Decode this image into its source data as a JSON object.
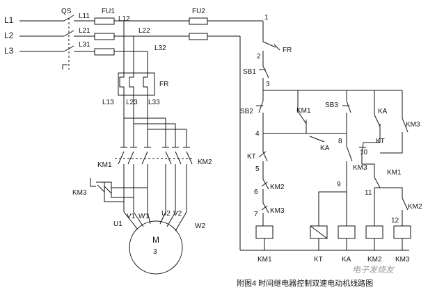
{
  "power": {
    "phases": [
      "L1",
      "L2",
      "L3"
    ],
    "switch": "QS",
    "fuse_main": "FU1",
    "fuse_ctrl": "FU2",
    "lines": [
      "L11",
      "L12",
      "L21",
      "L22",
      "L31",
      "L32"
    ],
    "overload": "FR",
    "overload_terms": [
      "L13",
      "L23",
      "L33"
    ]
  },
  "motor": {
    "contactors": [
      "KM1",
      "KM2",
      "KM3"
    ],
    "terminals": [
      "U1",
      "V1",
      "W1",
      "U2",
      "V2",
      "W2"
    ],
    "label": "M",
    "phase_count": "3"
  },
  "control": {
    "nodes": [
      "1",
      "2",
      "3",
      "4",
      "5",
      "6",
      "7",
      "8",
      "9",
      "10",
      "11",
      "12"
    ],
    "fr_contact": "FR",
    "stop_button": "SB1",
    "start_low": "SB2",
    "start_high": "SB3",
    "timer": "KT",
    "relay": "KA",
    "contacts": {
      "km1_hold": "KM1",
      "ka_hold": "KA",
      "km3_top": "KM3",
      "kt_timed": "KT",
      "ka_branch": "KA",
      "km3_mid": "KM3",
      "km1_right": "KM1",
      "km2_right": "KM2",
      "kt_left": "KT",
      "km2_left": "KM2",
      "km3_left": "KM3"
    },
    "coils": [
      "KM1",
      "KT",
      "KA",
      "KM2",
      "KM3"
    ]
  },
  "caption": "附图4  时间继电器控制双速电动机线路图",
  "watermark": "电子发烧友"
}
